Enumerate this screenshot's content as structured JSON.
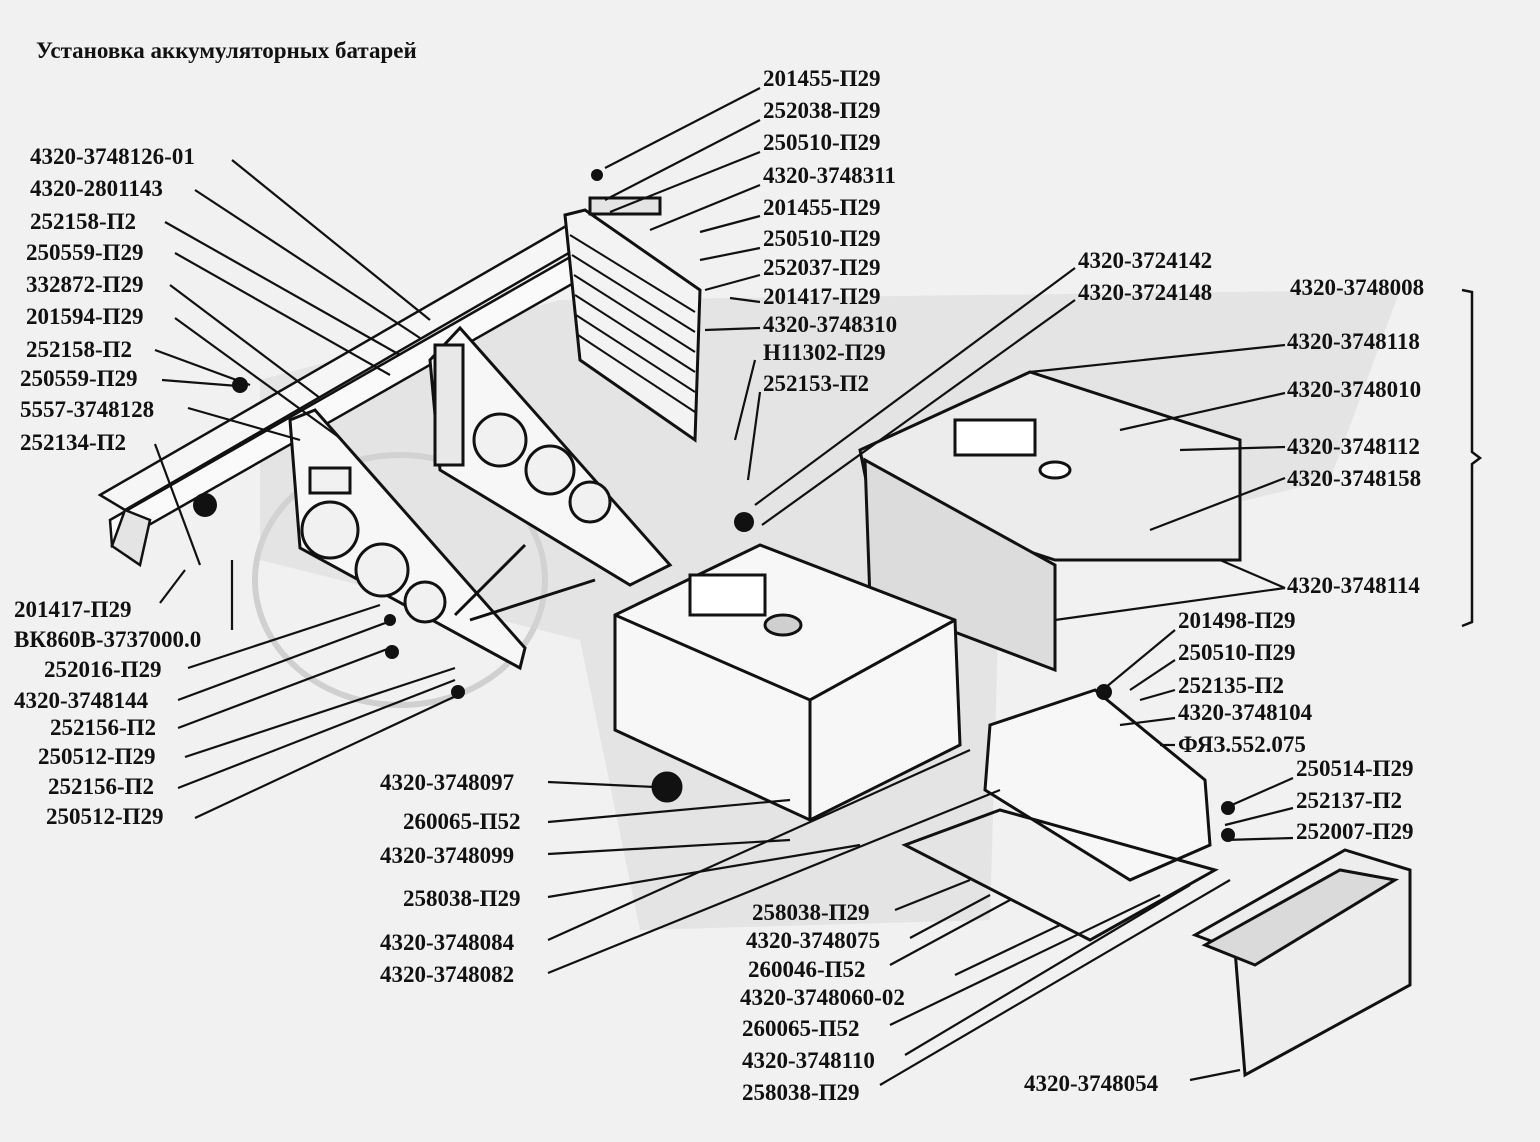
{
  "title": "Установка аккумуляторных батарей",
  "labels": {
    "l1": "201455-П29",
    "l2": "252038-П29",
    "l3": "250510-П29",
    "l4": "4320-3748311",
    "l5": "201455-П29",
    "l6": "250510-П29",
    "l7": "252037-П29",
    "l8": "201417-П29",
    "l9": "4320-3748310",
    "l10": "Н11302-П29",
    "l11": "252153-П2",
    "l12": "4320-3724142",
    "l13": "4320-3724148",
    "l14": "4320-3748008",
    "l15": "4320-3748118",
    "l16": "4320-3748010",
    "l17": "4320-3748112",
    "l18": "4320-3748158",
    "l19": "4320-3748114",
    "l20": "201498-П29",
    "l21": "250510-П29",
    "l22": "252135-П2",
    "l23": "4320-3748104",
    "l24": "ФЯЗ.552.075",
    "l25": "250514-П29",
    "l26": "252137-П2",
    "l27": "252007-П29",
    "l28": "4320-3748126-01",
    "l29": "4320-2801143",
    "l30": "252158-П2",
    "l31": "250559-П29",
    "l32": "332872-П29",
    "l33": "201594-П29",
    "l34": "252158-П2",
    "l35": "250559-П29",
    "l36": "5557-3748128",
    "l37": "252134-П2",
    "l38": "201417-П29",
    "l39": "ВК860В-3737000.0",
    "l40": "252016-П29",
    "l41": "4320-3748144",
    "l42": "252156-П2",
    "l43": "250512-П29",
    "l44": "252156-П2",
    "l45": "250512-П29",
    "l46": "4320-3748097",
    "l47": "260065-П52",
    "l48": "4320-3748099",
    "l49": "258038-П29",
    "l50": "4320-3748084",
    "l51": "4320-3748082",
    "l52": "258038-П29",
    "l53": "4320-3748075",
    "l54": "260046-П52",
    "l55": "4320-3748060-02",
    "l56": "260065-П52",
    "l57": "4320-3748110",
    "l58": "258038-П29",
    "l59": "4320-3748054"
  },
  "colors": {
    "ink": "#111111",
    "paper": "#f1f1f1",
    "watermark": "#d2d2d2"
  }
}
